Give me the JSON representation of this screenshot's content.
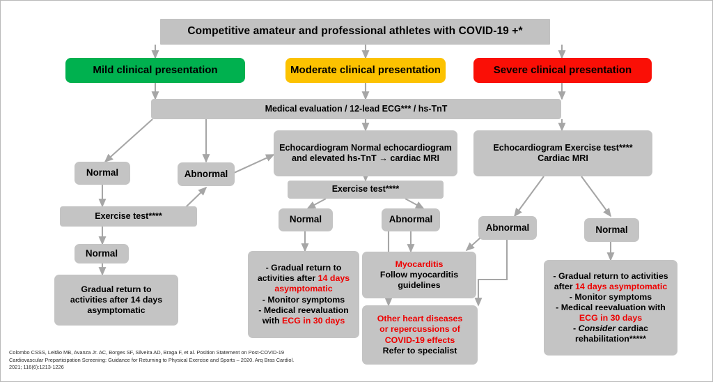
{
  "figure": {
    "title": "Competitive amateur and professional athletes with COVID-19 +*",
    "citation": "Colombo CSSS, Leitão MB, Avanza Jr. AC, Borges SF, Silveira AD, Braga F, et al. Position Statement on Post-COVID-19 Cardiovascular Preparticipation Screening: Guidance for Returning to Physical Exercise and Sports – 2020. Arq Bras Cardiol. 2021; 116(6):1213-1226"
  },
  "colors": {
    "mild": "#00b14f",
    "moderate": "#fcc200",
    "severe": "#fa0f06",
    "box_gray": "#c4c4c4",
    "header_gray": "#c2c2c2",
    "accent_red": "#ee0000",
    "connector": "#a6a6a6"
  },
  "categories": {
    "mild": "Mild clinical presentation",
    "moderate": "Moderate clinical presentation",
    "severe": "Severe clinical presentation"
  },
  "nodes": {
    "medical_evaluation": "Medical evaluation / 12-lead ECG*** / hs-TnT",
    "echo_moderate_l1": "Echocardiogram",
    "echo_moderate_l2": "Normal echocardiogram and",
    "echo_moderate_l3": "elevated hs-TnT → cardiac MRI",
    "echo_severe_l1": "Echocardiogram",
    "echo_severe_l2": "Exercise test****",
    "echo_severe_l3": "Cardiac MRI",
    "exercise_test_mild": "Exercise test****",
    "exercise_test_moderate": "Exercise test****",
    "normal_mild_1": "Normal",
    "abnormal_mild": "Abnormal",
    "normal_mild_2": "Normal",
    "normal_moderate": "Normal",
    "abnormal_moderate": "Abnormal",
    "abnormal_severe": "Abnormal",
    "normal_severe": "Normal"
  },
  "outcomes": {
    "mild_return": {
      "l1": "Gradual return to",
      "l2": "activities after 14 days",
      "l3": "asymptomatic"
    },
    "moderate_normal": {
      "l1": "- Gradual return to",
      "l2a": "activities after ",
      "l2b": "14 days",
      "l3": "asymptomatic",
      "l4": "- Monitor symptoms",
      "l5": "- Medical reevaluation",
      "l6a": "with ",
      "l6b": "ECG in 30 days"
    },
    "myocarditis": {
      "l1": "Myocarditis",
      "l2": "Follow myocarditis",
      "l3": "guidelines"
    },
    "other_heart": {
      "l1": "Other heart diseases",
      "l2": "or repercussions of",
      "l3": "COVID-19 effects",
      "l4": "Refer to specialist"
    },
    "severe_normal": {
      "l1": "- Gradual return to activities",
      "l2a": "after ",
      "l2b": "14 days asymptomatic",
      "l3": "- Monitor symptoms",
      "l4a": "- Medical reevaluation with",
      "l4b": "ECG in 30 days",
      "l5a": "- ",
      "l5b": "Consider",
      "l5c": " cardiac",
      "l6": "rehabilitation*****"
    }
  }
}
